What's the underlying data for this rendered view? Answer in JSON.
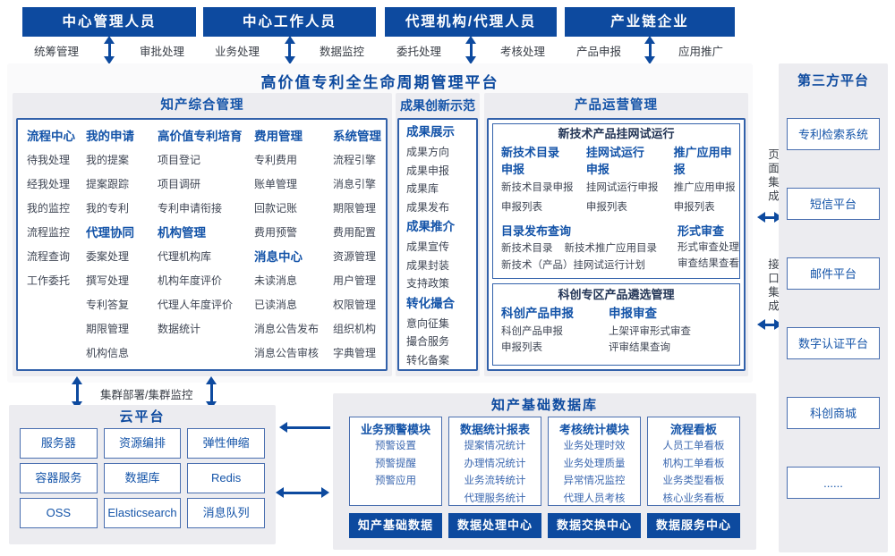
{
  "platform_title": "高价值专利全生命周期管理平台",
  "top_roles": [
    {
      "title": "中心管理人员",
      "left": "统筹管理",
      "right": "审批处理"
    },
    {
      "title": "中心工作人员",
      "left": "业务处理",
      "right": "数据监控"
    },
    {
      "title": "代理机构/代理人员",
      "left": "委托处理",
      "right": "考核处理"
    },
    {
      "title": "产业链企业",
      "left": "产品申报",
      "right": "应用推广"
    }
  ],
  "sections": {
    "zc": {
      "title": "知产综合管理",
      "columns": [
        {
          "groups": [
            {
              "title": "流程中心",
              "items": [
                "待我处理",
                "经我处理",
                "我的监控",
                "流程监控",
                "流程查询",
                "工作委托"
              ]
            }
          ]
        },
        {
          "groups": [
            {
              "title": "我的申请",
              "items": [
                "我的提案",
                "提案跟踪",
                "我的专利"
              ]
            },
            {
              "title": "代理协同",
              "items": [
                "委案处理",
                "撰写处理",
                "专利答复",
                "期限管理",
                "机构信息"
              ]
            }
          ]
        },
        {
          "groups": [
            {
              "title": "高价值专利培育",
              "items": [
                "项目登记",
                "项目调研",
                "专利申请衔接"
              ]
            },
            {
              "title": "机构管理",
              "items": [
                "代理机构库",
                "机构年度评价",
                "代理人年度评价",
                "数据统计"
              ]
            }
          ]
        },
        {
          "groups": [
            {
              "title": "费用管理",
              "items": [
                "专利费用",
                "账单管理",
                "回款记账",
                "费用预警"
              ]
            },
            {
              "title": "消息中心",
              "items": [
                "未读消息",
                "已读消息",
                "消息公告发布",
                "消息公告审核"
              ]
            }
          ]
        },
        {
          "groups": [
            {
              "title": "系统管理",
              "items": [
                "流程引擎",
                "消息引擎",
                "期限管理",
                "费用配置",
                "资源管理",
                "用户管理",
                "权限管理",
                "组织机构",
                "字典管理"
              ]
            }
          ]
        }
      ]
    },
    "cg": {
      "title": "成果创新示范",
      "groups": [
        {
          "title": "成果展示",
          "items": [
            "成果方向",
            "成果申报",
            "成果库",
            "成果发布"
          ]
        },
        {
          "title": "成果推介",
          "items": [
            "成果宣传",
            "成果封装",
            "支持政策"
          ]
        },
        {
          "title": "转化撮合",
          "items": [
            "意向征集",
            "撮合服务",
            "转化备案"
          ]
        }
      ]
    },
    "cp": {
      "title": "产品运营管理",
      "sub1": {
        "title": "新技术产品挂网试运行",
        "groups_row1": [
          {
            "title": "新技术目录\n申报",
            "items": [
              "新技术目录申报",
              "申报列表"
            ]
          },
          {
            "title": "挂网试运行\n申报",
            "items": [
              "挂网试运行申报",
              "申报列表"
            ]
          },
          {
            "title": "推广应用申报",
            "items": [
              "推广应用申报",
              "申报列表"
            ]
          }
        ],
        "groups_row2": [
          {
            "title": "目录发布查询",
            "items": [
              "新技术目录",
              "新技术推广应用目录",
              "新技术（产品）挂网试运行计划"
            ]
          },
          {
            "title": "形式审查",
            "items": [
              "形式审查处理",
              "审查结果查看"
            ]
          }
        ]
      },
      "sub2": {
        "title": "科创专区产品遴选管理",
        "groups": [
          {
            "title": "科创产品申报",
            "items": [
              "科创产品申报",
              "申报列表"
            ]
          },
          {
            "title": "申报审查",
            "items": [
              "上架评审形式审查",
              "评审结果查询"
            ]
          }
        ]
      }
    }
  },
  "integration": {
    "page": "页面集成",
    "api": "接口集成"
  },
  "third_party": {
    "title": "第三方平台",
    "items": [
      "专利检索系统",
      "短信平台",
      "邮件平台",
      "数字认证平台",
      "科创商城",
      "......"
    ]
  },
  "cluster_label": "集群部署/集群监控",
  "cloud": {
    "title": "云平台",
    "items": [
      "服务器",
      "资源编排",
      "弹性伸缩",
      "容器服务",
      "数据库",
      "Redis",
      "OSS",
      "Elasticsearch",
      "消息队列"
    ]
  },
  "kb": {
    "title": "知产基础数据库",
    "modules": [
      {
        "title": "业务预警模块",
        "items": [
          "预警设置",
          "预警提醒",
          "预警应用"
        ]
      },
      {
        "title": "数据统计报表",
        "items": [
          "提案情况统计",
          "办理情况统计",
          "业务流转统计",
          "代理服务统计"
        ]
      },
      {
        "title": "考核统计模块",
        "items": [
          "业务处理时效",
          "业务处理质量",
          "异常情况监控",
          "代理人员考核"
        ]
      },
      {
        "title": "流程看板",
        "items": [
          "人员工单看板",
          "机构工单看板",
          "业务类型看板",
          "核心业务看板"
        ]
      }
    ],
    "centers": [
      "知产基础数据",
      "数据处理中心",
      "数据交换中心",
      "数据服务中心"
    ]
  },
  "colors": {
    "primary": "#0d4a9f",
    "accent": "#1353a8",
    "border": "#3261aa",
    "border-light": "#4a6fb0",
    "panel": "#ececf0",
    "panel-light": "#fafafb",
    "text": "#3f4654",
    "label": "#3a3f47",
    "item-blue": "#3c68b0",
    "dark-title": "#223455"
  }
}
